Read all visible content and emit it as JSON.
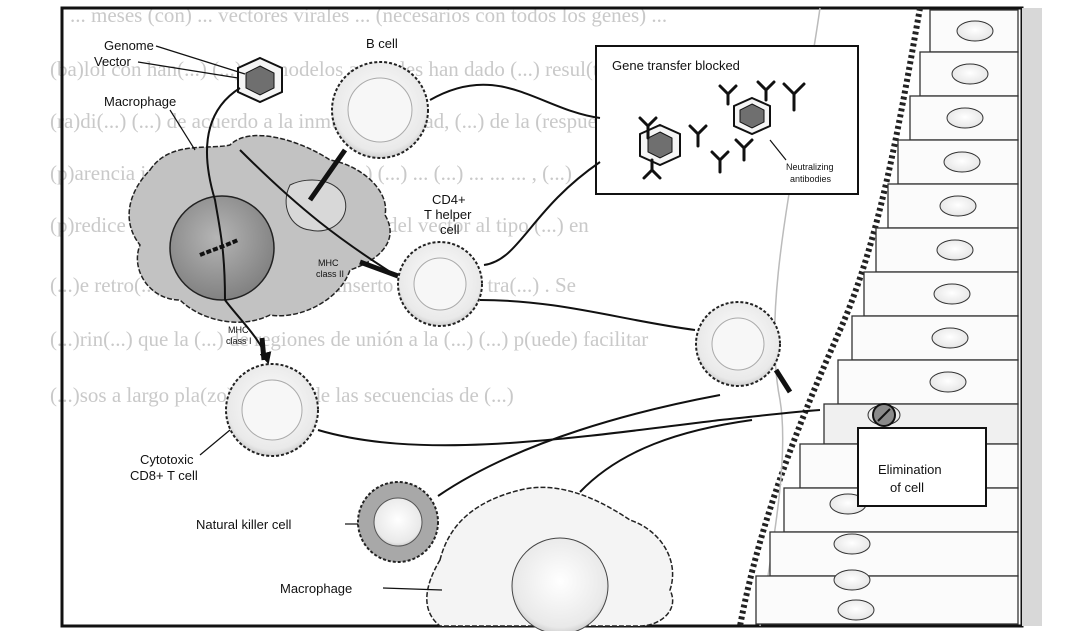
{
  "background_text": [
    "... meses (con) ... vectores virales ... (necesarios con todos los genes) ...",
    "(ba)lol con han(...) (...) en modelos animales han dado (...) resul(tados)",
    "(ra)di(...) (...) de acuerdo a la inmunogenicidad, (...) de la (respuesta) (inmunol)ógica,",
    "(p)arencia in (...) (...)tores (...) (...) (...) (...) ... (...) ... ... ... , (...)",
    "(p)redice (...) (...) (...) del diseño exacto del vector al tipo (...) en",
    "(...)e retro(...) (...) (...) (...)lera del inserto de AD(N) tra(...) . Se",
    "(...)rin(...) que la (...) de regiones de unión a la (...) (...) p(uede) facilitar",
    "(...)sos a largo pla(zo) y la (...) de las secuencias de (...)"
  ],
  "labels": {
    "genome": "Genome",
    "vector": "Vector",
    "macrophage_top": "Macrophage",
    "b_cell": "B cell",
    "gene_transfer_blocked": "Gene transfer blocked",
    "neutralizing_antibodies_1": "Neutralizing",
    "neutralizing_antibodies_2": "antibodies",
    "cd4_line1": "CD4+",
    "cd4_line2": "T helper",
    "cd4_line3": "cell",
    "mhc_ii_1": "MHC",
    "mhc_ii_2": "class II",
    "mhc_i_1": "MHC",
    "mhc_i_2": "class I",
    "cytotoxic_1": "Cytotoxic",
    "cytotoxic_2": "CD8+ T cell",
    "elimination_1": "Elimination",
    "elimination_2": "of cell",
    "natural_killer": "Natural killer cell",
    "macrophage_bottom": "Macrophage"
  },
  "colors": {
    "ink": "#111111",
    "cell_fill": "#f2f2f2",
    "nucleus_fill": "#e4e4e4",
    "macrophage_fill": "#bdbdbd",
    "macrophage_nucleus": "#8f8f8f",
    "background_text": "#c9c9c9"
  }
}
